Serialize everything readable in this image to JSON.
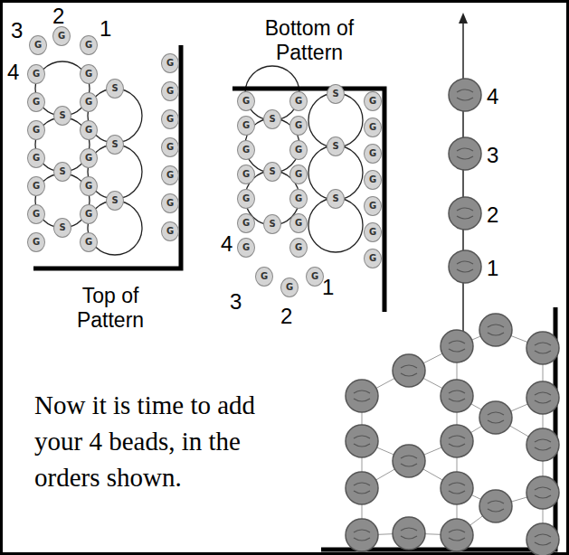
{
  "diagram": {
    "labels": [
      "3",
      "2",
      "1",
      "4",
      "Top of Pattern",
      "Bottom of Pattern",
      "4",
      "3",
      "2",
      "1",
      "4",
      "3",
      "2",
      "1",
      "Now it is time to add your 4 beads, in the orders shown.",
      "G",
      "G",
      "G",
      "G",
      "G",
      "G",
      "G",
      "G",
      "G",
      "G",
      "G",
      "G",
      "G",
      "G",
      "G",
      "G",
      "G",
      "G",
      "G",
      "G",
      "G",
      "G",
      "G",
      "G",
      "S",
      "S",
      "S",
      "S",
      "S",
      "S",
      "G",
      "G",
      "G",
      "G",
      "G",
      "G",
      "G",
      "G",
      "G",
      "G",
      "G",
      "G",
      "G",
      "G",
      "G",
      "G",
      "G",
      "G",
      "G",
      "G",
      "G",
      "G",
      "G",
      "G",
      "S",
      "S",
      "S",
      "S",
      "S",
      "S"
    ]
  }
}
